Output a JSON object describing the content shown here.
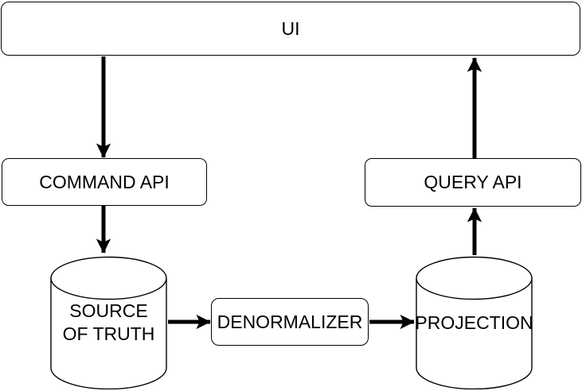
{
  "diagram": {
    "type": "architecture-flow-diagram",
    "nodes": {
      "ui": {
        "label": "UI",
        "shape": "rounded-rect"
      },
      "command_api": {
        "label": "COMMAND API",
        "shape": "rounded-rect"
      },
      "query_api": {
        "label": "QUERY API",
        "shape": "rounded-rect"
      },
      "source_of_truth": {
        "label": "SOURCE OF TRUTH",
        "shape": "database-cylinder"
      },
      "denormalizer": {
        "label": "DENORMALIZER",
        "shape": "rounded-rect"
      },
      "projection": {
        "label": "PROJECTION",
        "shape": "database-cylinder"
      }
    },
    "edges": [
      {
        "from": "ui",
        "to": "command_api",
        "direction": "down"
      },
      {
        "from": "command_api",
        "to": "source_of_truth",
        "direction": "down"
      },
      {
        "from": "source_of_truth",
        "to": "denormalizer",
        "direction": "right"
      },
      {
        "from": "denormalizer",
        "to": "projection",
        "direction": "right"
      },
      {
        "from": "projection",
        "to": "query_api",
        "direction": "up"
      },
      {
        "from": "query_api",
        "to": "ui",
        "direction": "up"
      }
    ],
    "colors": {
      "stroke": "#000000",
      "fill": "#ffffff",
      "text": "#000000",
      "background": "#ffffff"
    }
  }
}
